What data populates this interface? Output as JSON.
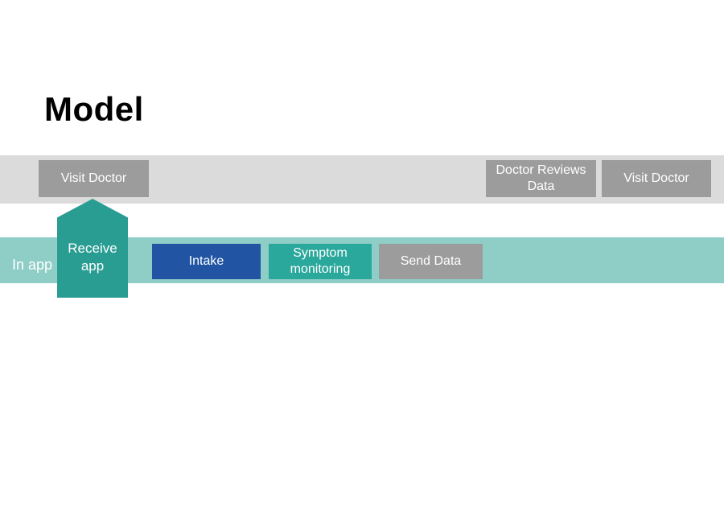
{
  "title": "Model",
  "colors": {
    "doctor_lane_bg": "#dbdbdb",
    "gray_box": "#9c9c9c",
    "app_lane_bg": "#8fcdc7",
    "arrow_teal": "#2a9d93",
    "teal_box": "#2aa89c",
    "blue_box": "#2155a4",
    "box_text": "#ffffff",
    "title_text": "#000000"
  },
  "doctor_lane": {
    "boxes": [
      {
        "label": "Visit Doctor"
      },
      {
        "label": "Doctor Reviews Data"
      },
      {
        "label": "Visit Doctor"
      }
    ]
  },
  "app_lane": {
    "label": "In app",
    "arrow": {
      "label": "Receive app"
    },
    "boxes": [
      {
        "label": "Intake"
      },
      {
        "label": "Symptom monitoring"
      },
      {
        "label": "Send Data"
      }
    ]
  }
}
